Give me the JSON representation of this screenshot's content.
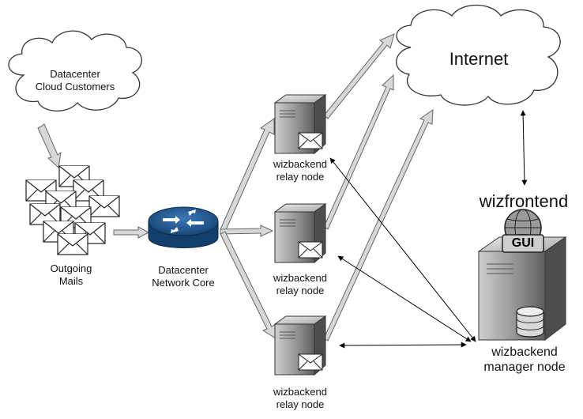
{
  "clouds": {
    "customers": {
      "line1": "Datacenter",
      "line2": "Cloud Customers"
    },
    "internet": {
      "label": "Internet"
    }
  },
  "mails": {
    "line1": "Outgoing",
    "line2": "Mails"
  },
  "router": {
    "line1": "Datacenter",
    "line2": "Network Core"
  },
  "relay_nodes": [
    {
      "line1": "wizbackend",
      "line2": "relay node"
    },
    {
      "line1": "wizbackend",
      "line2": "relay node"
    },
    {
      "line1": "wizbackend",
      "line2": "relay node"
    }
  ],
  "frontend": {
    "label": "wizfrontend",
    "gui": "GUI"
  },
  "manager": {
    "line1": "wizbackend",
    "line2": "manager node"
  },
  "colors": {
    "router": "#1a4f86",
    "server": "#808080",
    "arrow_fill": "#d8d8d8"
  }
}
